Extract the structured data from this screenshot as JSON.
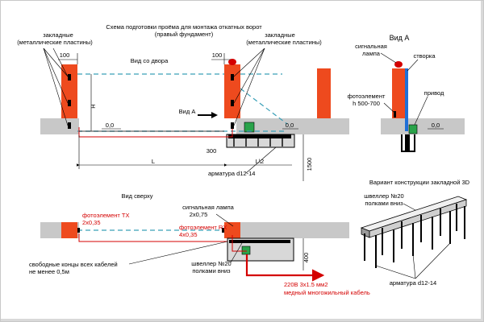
{
  "colors": {
    "post": "#ee4a1e",
    "foundation": "#c8c8c8",
    "dashed": "#3aa0b8",
    "cable": "#d40000",
    "device": "#2aa34a",
    "steel": "#000000",
    "blade": "#1f6fd6"
  },
  "header": {
    "title_line1": "Схема подготовки проёма для монтажа откатных ворот",
    "title_line2": "(правый фундамент)"
  },
  "main": {
    "left_embeds_l1": "закладные",
    "left_embeds_l2": "(металлические пластины)",
    "right_embeds_l1": "закладные",
    "right_embeds_l2": "(металлические пластины)",
    "dim_100_left": "100",
    "dim_100_right": "100",
    "yard_view": "Вид со двора",
    "dim_h": "H",
    "view_a_arrow": "Вид А",
    "zero_left": "0,0",
    "zero_right": "0,0",
    "dim_300": "300",
    "dim_l": "L",
    "dim_l2": "L\\2",
    "dim_1500": "1500",
    "rebar": "арматура d12-14"
  },
  "view_a": {
    "title": "Вид А",
    "signal_lamp_l1": "сигнальная",
    "signal_lamp_l2": "лампа",
    "leaf": "створка",
    "photo_l1": "фотоэлемент",
    "photo_l2": "h 500-700",
    "drive": "привод",
    "zero": "0,0"
  },
  "top_view": {
    "title": "Вид сверху",
    "lamp_l1": "сигнальная лампа",
    "lamp_l2": "2x0,75",
    "tx_l1": "фотоэлемент TX",
    "tx_l2": "2x0,35",
    "rx_l1": "фотоэлемент RX",
    "rx_l2": "4x0,35",
    "free_ends_l1": "свободные концы всех кабелей",
    "free_ends_l2": "не менее 0,5м",
    "channel_l1": "швеллер №20",
    "channel_l2": "полками вниз",
    "dim_400": "400",
    "power_l1": "220В 3x1.5 мм2",
    "power_l2": "медный многожильный кабель"
  },
  "variant3d": {
    "title": "Вариант конструкции закладной 3D",
    "channel_l1": "швеллер №20",
    "channel_l2": "полками вниз",
    "rebar": "арматура d12-14"
  }
}
